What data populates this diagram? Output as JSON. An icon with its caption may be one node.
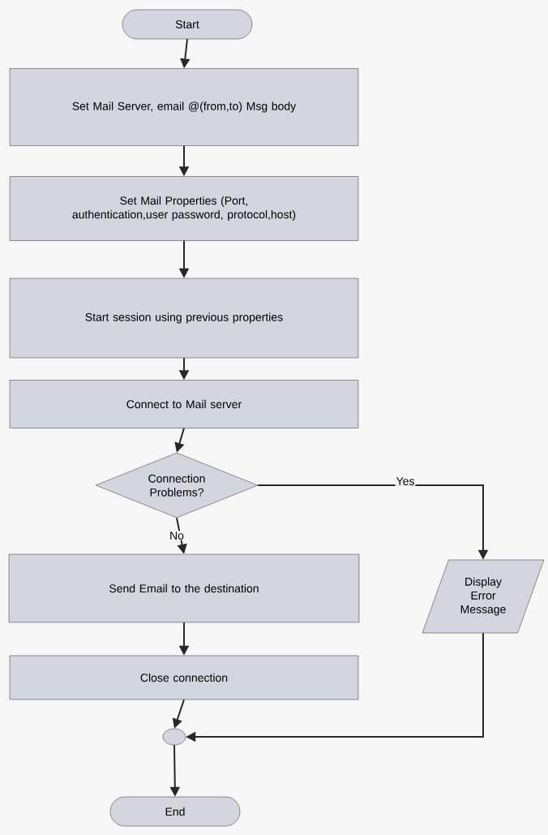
{
  "diagram": {
    "nodes": [
      {
        "text": [
          "Start"
        ]
      },
      {
        "text": [
          "Set Mail Server, email @(from,to) Msg body"
        ]
      },
      {
        "text": [
          "Set Mail Properties (Port, authentication,user password, protocol,host)"
        ]
      },
      {
        "text": [
          "Start session using previous properties"
        ]
      },
      {
        "text": [
          "Connect to Mail server"
        ]
      },
      {
        "text": [
          "Connection Problems?"
        ]
      },
      {
        "text": [
          "Send Email to the destination"
        ]
      },
      {
        "text": [
          "Close connection"
        ]
      },
      {
        "text": [
          "Display Error Message"
        ]
      },
      {
        "text": [],
        "shape": "circle"
      },
      {
        "text": [
          "End"
        ]
      }
    ],
    "edges": [
      {
        "from": 0,
        "to": 1,
        "arrow": "to"
      },
      {
        "from": 1,
        "to": 2,
        "arrow": "to"
      },
      {
        "from": 2,
        "to": 3,
        "arrow": "to"
      },
      {
        "from": 3,
        "to": 4,
        "arrow": "to"
      },
      {
        "from": 4,
        "to": 5,
        "arrow": "to"
      },
      {
        "from": 5,
        "to": 6,
        "arrow": "to",
        "label": "No"
      },
      {
        "from": 5,
        "to": 8,
        "arrow": "to",
        "label": "Yes"
      },
      {
        "from": 6,
        "to": 7,
        "arrow": "to"
      },
      {
        "from": 7,
        "to": 9,
        "arrow": "to"
      },
      {
        "from": 8,
        "to": 9,
        "arrow": "to"
      },
      {
        "from": 9,
        "to": 10,
        "arrow": "to"
      }
    ]
  }
}
